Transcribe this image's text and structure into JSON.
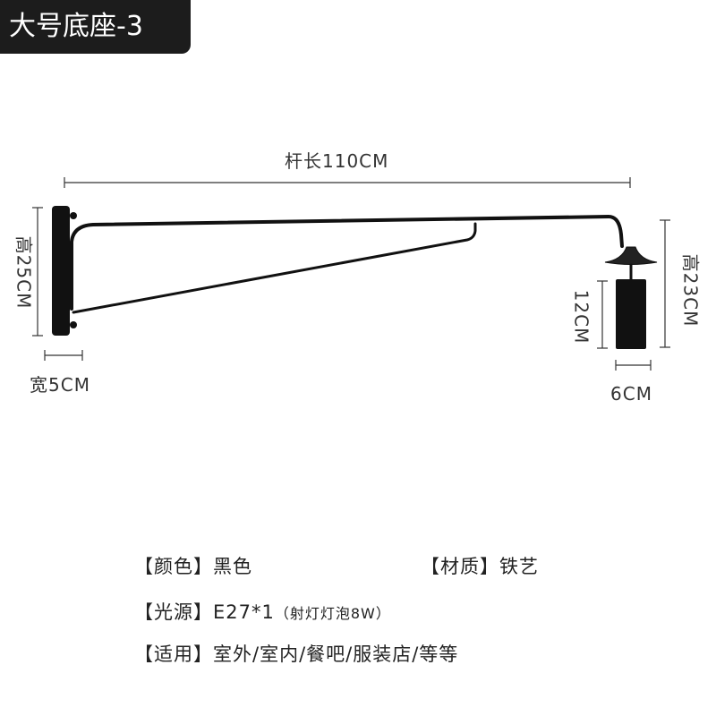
{
  "title": "大号底座-3",
  "dimensions": {
    "rod_length": "杆长110CM",
    "base_height": "高25CM",
    "base_width": "宽5CM",
    "drop_height": "高23CM",
    "shade_height": "12CM",
    "shade_width": "6CM"
  },
  "specs": {
    "color_label": "【颜色】",
    "color_value": "黑色",
    "material_label": "【材质】",
    "material_value": "铁艺",
    "source_label": "【光源】",
    "source_value": "E27*1",
    "source_note": "（射灯灯泡8W）",
    "usage_label": "【适用】",
    "usage_value": "室外/室内/餐吧/服装店/等等"
  }
}
